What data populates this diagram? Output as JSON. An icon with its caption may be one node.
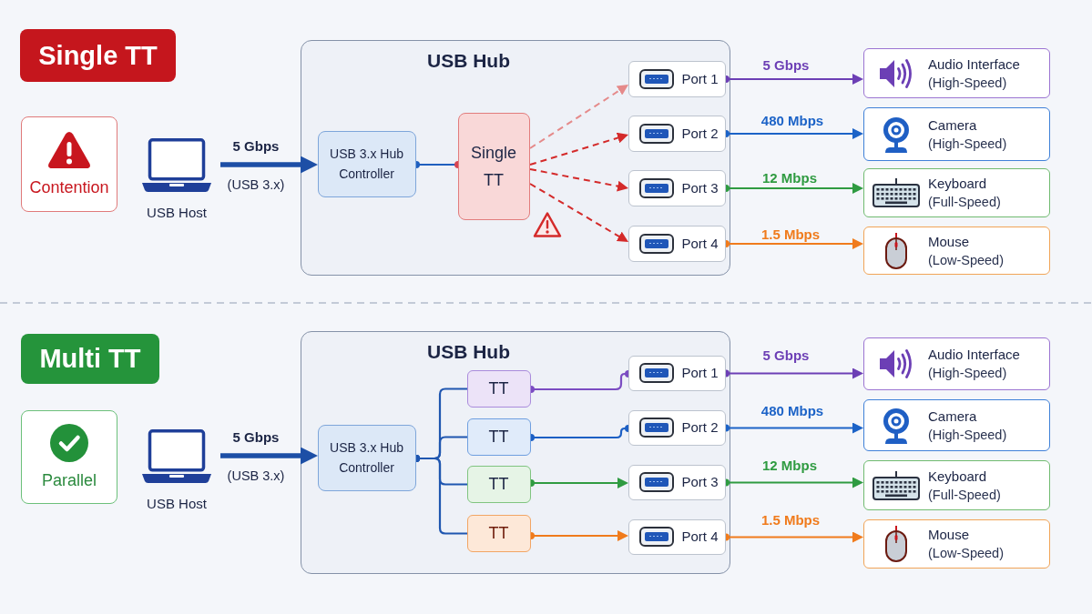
{
  "diagram": {
    "nodes": [
      {
        "text": [
          "Single TT"
        ]
      },
      {
        "text": [
          "Contention"
        ]
      },
      {
        "text": [
          "USB Host"
        ]
      },
      {
        "text": [
          "USB Hub"
        ]
      },
      {
        "text": [
          "USB 3.x Hub Controller"
        ],
        "in": 3
      },
      {
        "text": [
          "Single TT"
        ],
        "in": 3
      },
      {
        "text": [
          "Port 1"
        ],
        "in": 3
      },
      {
        "text": [
          "Port 2"
        ],
        "in": 3
      },
      {
        "text": [
          "Port 3"
        ],
        "in": 3
      },
      {
        "text": [
          "Port 4"
        ],
        "in": 3
      },
      {
        "text": [
          "Audio Interface",
          "(High-Speed)"
        ]
      },
      {
        "text": [
          "Camera",
          "(High-Speed)"
        ]
      },
      {
        "text": [
          "Keyboard",
          "(Full-Speed)"
        ]
      },
      {
        "text": [
          "Mouse",
          "(Low-Speed)"
        ]
      },
      {
        "text": [
          "Multi TT"
        ]
      },
      {
        "text": [
          "Parallel"
        ]
      },
      {
        "text": [
          "USB Host"
        ]
      },
      {
        "text": [
          "USB Hub"
        ]
      },
      {
        "text": [
          "USB 3.x Hub Controller"
        ],
        "in": 17
      },
      {
        "text": [
          "TT"
        ],
        "in": 17
      },
      {
        "text": [
          "TT"
        ],
        "in": 17
      },
      {
        "text": [
          "TT"
        ],
        "in": 17
      },
      {
        "text": [
          "TT"
        ],
        "in": 17
      },
      {
        "text": [
          "Port 1"
        ],
        "in": 17
      },
      {
        "text": [
          "Port 2"
        ],
        "in": 17
      },
      {
        "text": [
          "Port 3"
        ],
        "in": 17
      },
      {
        "text": [
          "Port 4"
        ],
        "in": 17
      },
      {
        "text": [
          "Audio Interface",
          "(High-Speed)"
        ]
      },
      {
        "text": [
          "Camera",
          "(High-Speed)"
        ]
      },
      {
        "text": [
          "Keyboard",
          "(Full-Speed)"
        ]
      },
      {
        "text": [
          "Mouse",
          "(Low-Speed)"
        ]
      }
    ],
    "edges": [
      {
        "from": 2,
        "to": 4,
        "arrow": "to",
        "label": "5 Gbps",
        "style": "thick",
        "color": "#1d4fa6"
      },
      {
        "from": 4,
        "to": 5,
        "arrow": "other",
        "color": "#1f5fbf"
      },
      {
        "from": 5,
        "to": 6,
        "arrow": "to",
        "style": "dashed",
        "color": "#e58a8a"
      },
      {
        "from": 5,
        "to": 7,
        "arrow": "to",
        "style": "dashed",
        "color": "#d42a2a"
      },
      {
        "from": 5,
        "to": 8,
        "arrow": "to",
        "style": "dashed",
        "color": "#d42a2a"
      },
      {
        "from": 5,
        "to": 9,
        "arrow": "to",
        "style": "dashed",
        "color": "#d42a2a"
      },
      {
        "from": 6,
        "to": 10,
        "arrow": "to",
        "label": "5 Gbps",
        "color": "#6c3fb5"
      },
      {
        "from": 7,
        "to": 11,
        "arrow": "to",
        "label": "480 Mbps",
        "color": "#1c63c7"
      },
      {
        "from": 8,
        "to": 12,
        "arrow": "to",
        "label": "12 Mbps",
        "color": "#2f9b41"
      },
      {
        "from": 9,
        "to": 13,
        "arrow": "to",
        "label": "1.5 Mbps",
        "color": "#f07b1c"
      },
      {
        "from": 16,
        "to": 18,
        "arrow": "to",
        "label": "5 Gbps",
        "style": "thick",
        "color": "#1d4fa6"
      },
      {
        "from": 18,
        "to": 19,
        "arrow": "other",
        "color": "#1f56b0"
      },
      {
        "from": 18,
        "to": 20,
        "arrow": "other",
        "color": "#1f56b0"
      },
      {
        "from": 18,
        "to": 21,
        "arrow": "other",
        "color": "#1f56b0"
      },
      {
        "from": 18,
        "to": 22,
        "arrow": "other",
        "color": "#1f56b0"
      },
      {
        "from": 19,
        "to": 23,
        "arrow": "other",
        "color": "#7b4cc2"
      },
      {
        "from": 20,
        "to": 24,
        "arrow": "other",
        "color": "#1c5fc4"
      },
      {
        "from": 21,
        "to": 25,
        "arrow": "to",
        "color": "#2f9b41"
      },
      {
        "from": 22,
        "to": 26,
        "arrow": "to",
        "color": "#f07b1c"
      },
      {
        "from": 23,
        "to": 27,
        "arrow": "to",
        "label": "5 Gbps",
        "color": "#6c3fb5"
      },
      {
        "from": 24,
        "to": 28,
        "arrow": "to",
        "label": "480 Mbps",
        "color": "#1c63c7"
      },
      {
        "from": 25,
        "to": 29,
        "arrow": "to",
        "label": "12 Mbps",
        "color": "#2f9b41"
      },
      {
        "from": 26,
        "to": 30,
        "arrow": "to",
        "label": "1.5 Mbps",
        "color": "#f07b1c"
      }
    ],
    "labels": [
      "(USB 3.x)",
      "(USB 3.x)"
    ]
  }
}
